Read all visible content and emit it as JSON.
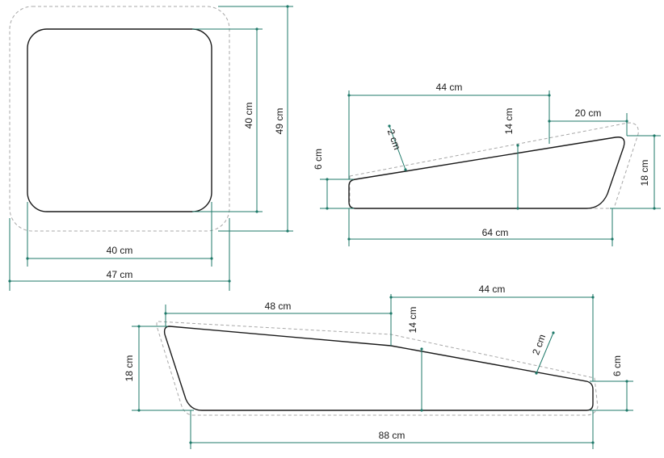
{
  "square_view": {
    "inner_width": "40 cm",
    "outer_width": "47 cm",
    "inner_height": "40 cm",
    "outer_height": "49 cm"
  },
  "small_wedge_view": {
    "top_length": "44 cm",
    "step_length": "20 cm",
    "mid_height": "14 cm",
    "cover_thickness": "2 cm",
    "front_height": "6 cm",
    "rear_height": "18 cm",
    "base_length": "64 cm"
  },
  "long_wedge_view": {
    "upper_length": "48 cm",
    "lower_length": "44 cm",
    "mid_height": "14 cm",
    "cover_thickness": "2 cm",
    "rear_height": "18 cm",
    "front_height": "6 cm",
    "base_length": "88 cm"
  },
  "colors": {
    "dimension": "#1f7a6a",
    "outline": "#1a1a1a",
    "cover": "#a8a8a8"
  }
}
